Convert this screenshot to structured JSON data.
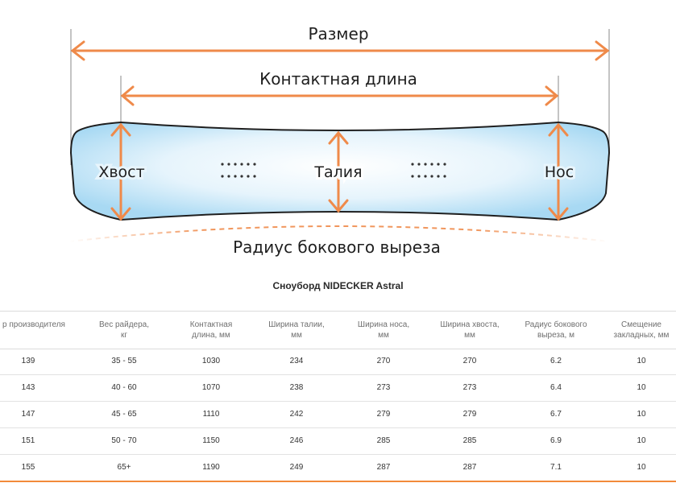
{
  "colors": {
    "accent": "#ef8a4a",
    "board_fill": "#bfe3f6",
    "outline": "#1f1f1f"
  },
  "diagram": {
    "size_label": "Размер",
    "contact_length_label": "Контактная длина",
    "tail_label": "Хвост",
    "waist_label": "Талия",
    "nose_label": "Нос",
    "sidecut_label": "Радиус бокового выреза"
  },
  "table": {
    "title": "Сноуборд NIDECKER Astral",
    "headers": [
      [
        "р производителя",
        ""
      ],
      [
        "Вес райдера,",
        "кг"
      ],
      [
        "Контактная",
        "длина, мм"
      ],
      [
        "Ширина талии,",
        "мм"
      ],
      [
        "Ширина носа,",
        "мм"
      ],
      [
        "Ширина хвоста,",
        "мм"
      ],
      [
        "Радиус бокового",
        "выреза, м"
      ],
      [
        "Смещение",
        "закладных, мм"
      ]
    ],
    "rows": [
      [
        "139",
        "35 - 55",
        "1030",
        "234",
        "270",
        "270",
        "6.2",
        "10"
      ],
      [
        "143",
        "40 - 60",
        "1070",
        "238",
        "273",
        "273",
        "6.4",
        "10"
      ],
      [
        "147",
        "45 - 65",
        "1110",
        "242",
        "279",
        "279",
        "6.7",
        "10"
      ],
      [
        "151",
        "50 - 70",
        "1150",
        "246",
        "285",
        "285",
        "6.9",
        "10"
      ],
      [
        "155",
        "65+",
        "1190",
        "249",
        "287",
        "287",
        "7.1",
        "10"
      ]
    ]
  }
}
